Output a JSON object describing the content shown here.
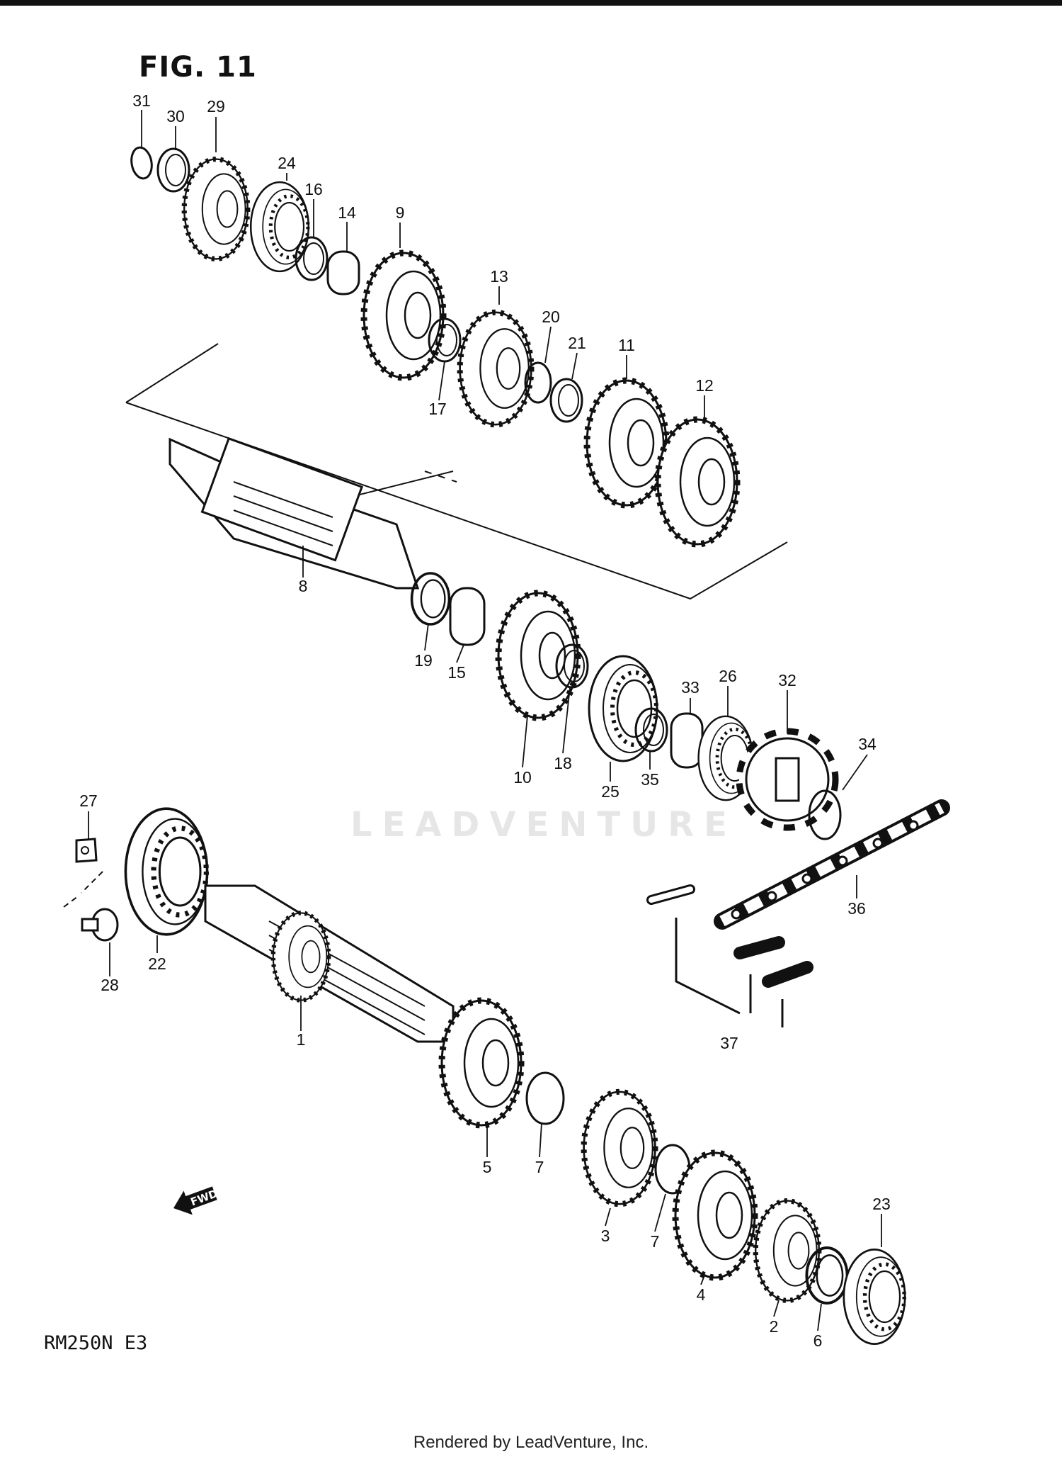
{
  "figure": {
    "title": "FIG. 11",
    "model": "RM250N  E3",
    "watermark": "LEADVENTURE",
    "fwd": "FWD"
  },
  "footer": "Rendered by LeadVenture, Inc.",
  "callouts": [
    "31",
    "30",
    "29",
    "24",
    "16",
    "14",
    "9",
    "13",
    "20",
    "21",
    "17",
    "11",
    "12",
    "8",
    "19",
    "15",
    "10",
    "18",
    "33",
    "26",
    "32",
    "25",
    "35",
    "34",
    "27",
    "22",
    "28",
    "1",
    "36",
    "37",
    "5",
    "7",
    "3",
    "7",
    "4",
    "23",
    "2",
    "6"
  ],
  "parts": [
    {
      "name": "circlip"
    },
    {
      "name": "washer"
    },
    {
      "name": "gear"
    },
    {
      "name": "bearing"
    },
    {
      "name": "washer"
    },
    {
      "name": "bushing"
    },
    {
      "name": "gear"
    },
    {
      "name": "gear"
    },
    {
      "name": "circlip"
    },
    {
      "name": "washer"
    },
    {
      "name": "washer"
    },
    {
      "name": "gear"
    },
    {
      "name": "gear"
    },
    {
      "name": "countershaft"
    },
    {
      "name": "washer"
    },
    {
      "name": "bushing"
    },
    {
      "name": "gear"
    },
    {
      "name": "washer"
    },
    {
      "name": "oil-seal"
    },
    {
      "name": "spacer"
    },
    {
      "name": "sprocket"
    },
    {
      "name": "bearing"
    },
    {
      "name": "o-ring"
    },
    {
      "name": "circlip"
    },
    {
      "name": "retainer"
    },
    {
      "name": "bearing"
    },
    {
      "name": "screw"
    },
    {
      "name": "input-shaft"
    },
    {
      "name": "drive-chain"
    },
    {
      "name": "joint"
    },
    {
      "name": "gear"
    },
    {
      "name": "circlip"
    },
    {
      "name": "gear"
    },
    {
      "name": "circlip"
    },
    {
      "name": "gear"
    },
    {
      "name": "bearing"
    },
    {
      "name": "gear"
    },
    {
      "name": "washer"
    }
  ]
}
